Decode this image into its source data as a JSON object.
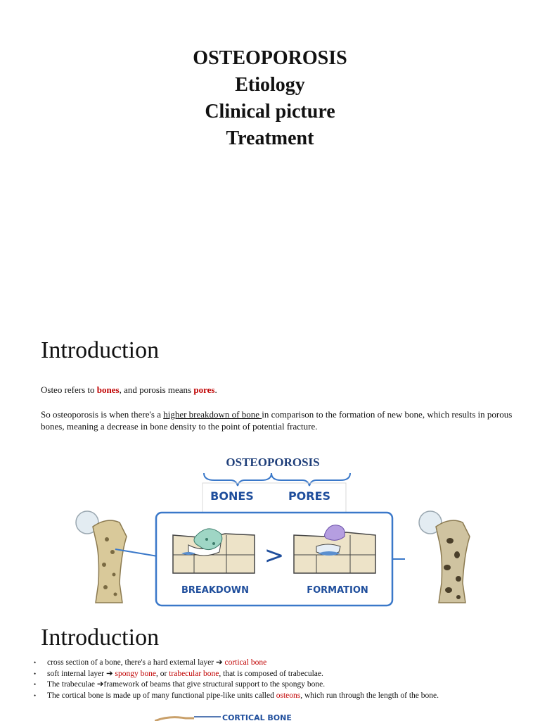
{
  "title": {
    "line1": "OSTEOPOROSIS",
    "line2": "Etiology",
    "line3": "Clinical picture",
    "line4": "Treatment"
  },
  "section1": {
    "heading": "Introduction",
    "para1": {
      "t1": "Osteo refers to ",
      "bones": "bones",
      "t2": ", and porosis means ",
      "pores": "pores",
      "t3": "."
    },
    "para2": {
      "t1": "So osteoporosis is when there's a ",
      "underlined": "higher breakdown of bone ",
      "t2": "in comparison to the formation of new bone, which results in porous bones, meaning a decrease in bone density to the point of potential fracture."
    }
  },
  "figure1": {
    "title": "OSTEOPOROSIS",
    "label_bones": "BONES",
    "label_pores": "PORES",
    "symbol": ">",
    "label_breakdown": "BREAKDOWN",
    "label_formation": "FORMATION",
    "accent_color": "#1f4e9c",
    "box_color": "#3a78c9"
  },
  "section2": {
    "heading": "Introduction",
    "bullets": [
      {
        "t1": "cross section of a bone, there's a hard external layer ",
        "arrow": "➔",
        "t2": " ",
        "red": "cortical bone",
        "t3": ""
      },
      {
        "t1": "soft internal layer ",
        "arrow": "➔",
        "t2": " ",
        "red": "spongy bone",
        "t3": ", or ",
        "red2": "trabecular bone",
        "t4": ", that is composed of trabeculae."
      },
      {
        "t1": "The trabeculae ",
        "arrow": "➔",
        "t2": "framework of beams that give structural support to the spongy bone."
      },
      {
        "t1": "The cortical bone is made up of many functional pipe-like units called ",
        "red": "osteons",
        "t3": ", which run through the length of the bone."
      }
    ]
  },
  "figure2": {
    "label": "CORTICAL BONE"
  }
}
